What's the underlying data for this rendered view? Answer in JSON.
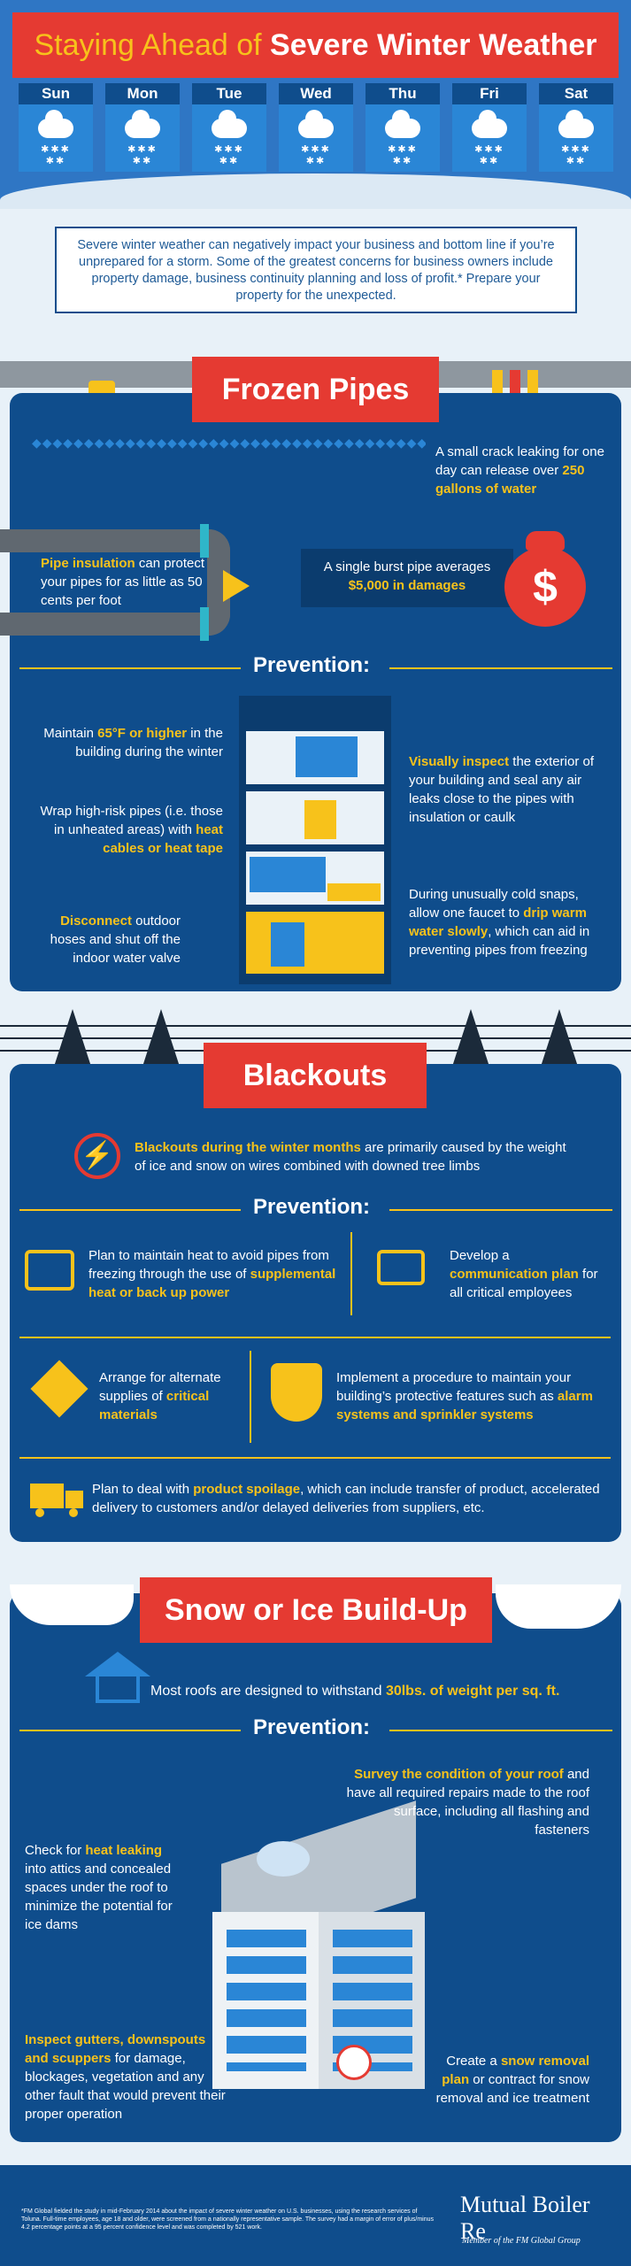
{
  "header": {
    "title_part1": "Staying Ahead of",
    "title_part2": "Severe Winter Weather",
    "days": [
      "Sun",
      "Mon",
      "Tue",
      "Wed",
      "Thu",
      "Fri",
      "Sat"
    ]
  },
  "intro": "Severe winter weather can negatively impact your business and bottom line if you’re unprepared for a storm. Some of the greatest concerns for business owners include property damage, business continuity planning and loss of profit.* Prepare your property for the unexpected.",
  "frozen_pipes": {
    "title": "Frozen Pipes",
    "crack_text": "A small crack leaking for one day can release over",
    "crack_highlight": "250 gallons of water",
    "insulation_highlight": "Pipe insulation",
    "insulation_text": "can protect your pipes for as little as 50 cents per foot",
    "burst_text": "A single burst pipe averages",
    "burst_highlight": "$5,000 in damages",
    "prevention_label": "Prevention:",
    "tip1_pre": "Maintain",
    "tip1_highlight": "65°F or higher",
    "tip1_post": "in the building during the winter",
    "tip2_pre": "Wrap high-risk pipes (i.e. those in unheated areas) with",
    "tip2_highlight": "heat cables or heat tape",
    "tip3_highlight": "Disconnect",
    "tip3_post": "outdoor hoses and shut off the indoor water valve",
    "tip4_highlight": "Visually inspect",
    "tip4_post": "the exterior of your building and seal any air leaks close to the pipes with insulation or caulk",
    "tip5_pre": "During unusually cold snaps, allow one faucet to",
    "tip5_highlight": "drip warm water slowly",
    "tip5_post": ", which can aid in preventing pipes from freezing"
  },
  "blackouts": {
    "title": "Blackouts",
    "cause_highlight": "Blackouts during the winter months",
    "cause_text": "are primarily caused by the weight of ice and snow on wires combined with downed tree limbs",
    "prevention_label": "Prevention:",
    "tip1_pre": "Plan to maintain heat to avoid pipes from freezing through the use of",
    "tip1_highlight": "supplemental heat or back up power",
    "tip2_pre": "Develop a",
    "tip2_highlight": "communication plan",
    "tip2_post": "for all critical employees",
    "tip3_pre": "Arrange for alternate supplies of",
    "tip3_highlight": "critical materials",
    "tip4_pre": "Implement a procedure to maintain your building’s protective features such as",
    "tip4_highlight": "alarm systems and sprinkler systems",
    "tip5_pre": "Plan to deal with",
    "tip5_highlight": "product spoilage",
    "tip5_post": ", which can include transfer of product, accelerated delivery to customers and/or delayed deliveries from suppliers, etc."
  },
  "snow": {
    "title": "Snow or Ice Build-Up",
    "roof_pre": "Most roofs are designed to withstand",
    "roof_highlight": "30lbs. of weight per sq. ft.",
    "prevention_label": "Prevention:",
    "tip1_highlight": "Survey the condition of your roof",
    "tip1_post": "and have all required repairs made to the roof surface, including all flashing and fasteners",
    "tip2_pre": "Check for",
    "tip2_highlight": "heat leaking",
    "tip2_post": "into attics and concealed spaces under the roof to minimize the potential for ice dams",
    "tip3_highlight": "Inspect gutters, downspouts and scuppers",
    "tip3_post": "for damage, blockages, vegetation and any other fault that would prevent their proper operation",
    "tip4_pre": "Create a",
    "tip4_highlight": "snow removal plan",
    "tip4_post": "or contract for snow removal and ice treatment"
  },
  "footer": {
    "footnote": "*FM Global fielded the study in mid-February 2014 about the impact of severe winter weather on U.S. businesses, using the research services of Toluna. Full-time employees, age 18 and older, were screened from a nationally representative sample. The survey had a margin of error of plus/minus 4.2 percentage points at a 95 percent confidence level and was completed by 521 work.",
    "brand": "Mutual Boiler Re",
    "brand_sub": "Member of the FM Global Group"
  },
  "colors": {
    "navy": "#0f4d8c",
    "red": "#e53a32",
    "yellow": "#f7c21b",
    "sky": "#e8f1f8"
  }
}
